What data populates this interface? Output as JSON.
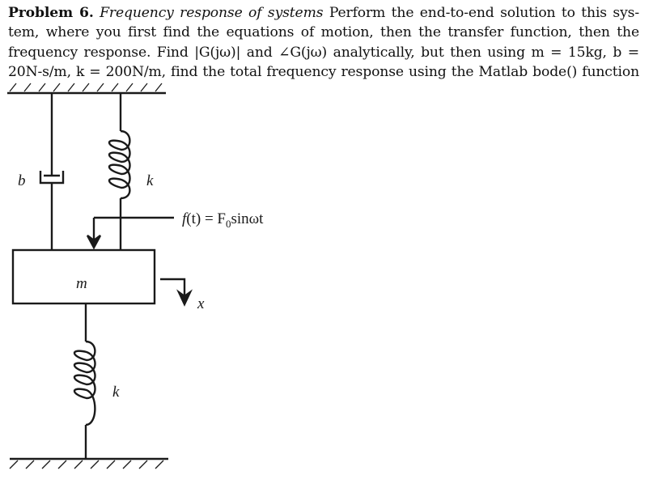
{
  "problem": {
    "heading": "Problem 6.",
    "subtitle": "Frequency response of systems",
    "lines": [
      " Perform the end-to-end solution to this sys-",
      "tem, where you first find the equations of motion, then the transfer function, then the",
      "frequency response. Find |G(jω)| and ∠G(jω) analytically, but then using m = 15kg, b =",
      "20N-s/m, k = 200N/m, find the total frequency response using the Matlab bode() function"
    ]
  },
  "diagram": {
    "damper_label": "b",
    "upper_spring_label": "k",
    "lower_spring_label": "k",
    "mass_label": "m",
    "force_label_f": "f",
    "force_label_rest": "(t) = F",
    "force_sub": "0",
    "force_tail": "sinωt",
    "displacement_label": "x",
    "line_color": "#1a1a1a"
  }
}
